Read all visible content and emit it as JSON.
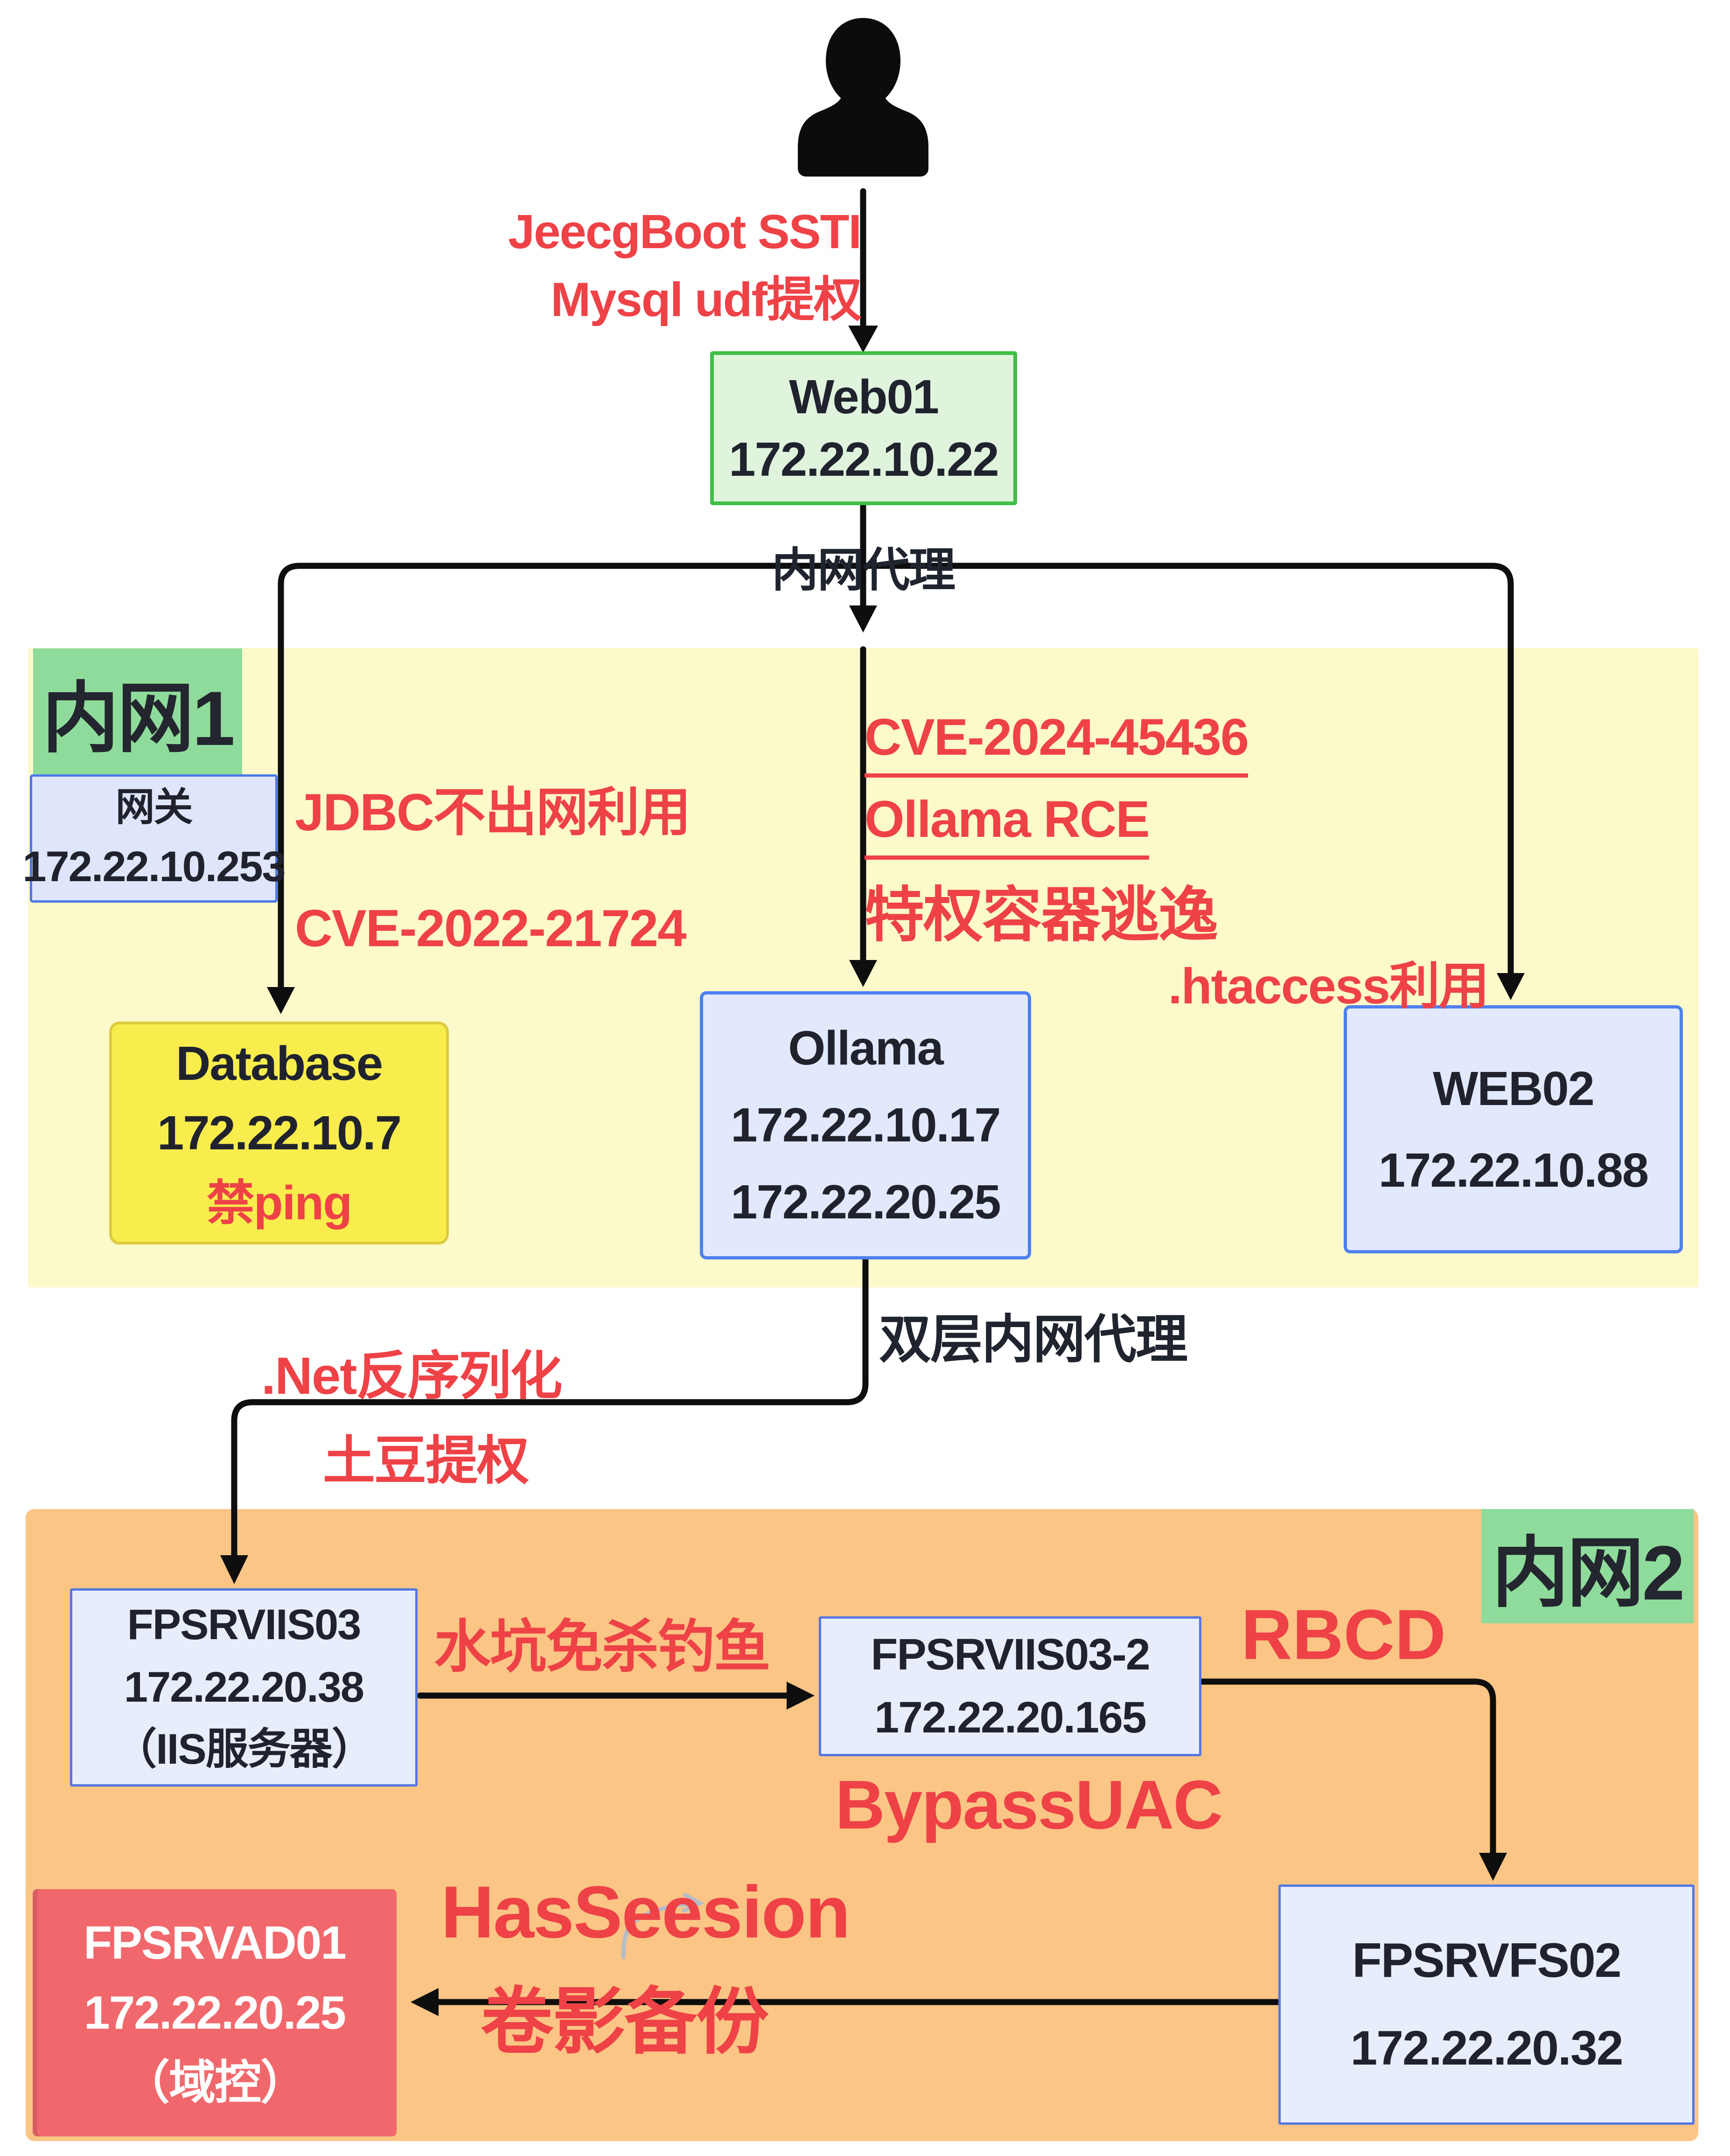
{
  "colors": {
    "red_accent": "#ee4247",
    "line_black": "#0e0e0e",
    "region1_bg": "#fcf9cb",
    "region2_bg": "#fbc585",
    "label_green": "#8fdb9b",
    "node_blue_bg": "#e2e9fc",
    "node_blue_border": "#4e80f0",
    "web01_bg": "#e0f4dd",
    "web01_border": "#3fbf47",
    "database_bg": "#f9ed4e",
    "database_border": "#dccb3e",
    "dc_red_bg": "#f1686c"
  },
  "attacker": {
    "icon": "attacker-person-icon"
  },
  "regions": {
    "intranet1": {
      "label": "内网1"
    },
    "intranet2": {
      "label": "内网2"
    }
  },
  "nodes": {
    "web01": {
      "name": "Web01",
      "ip": "172.22.10.22"
    },
    "gateway": {
      "name": "网关",
      "ip": "172.22.10.253"
    },
    "database": {
      "name": "Database",
      "ip": "172.22.10.7",
      "note": "禁ping"
    },
    "ollama": {
      "name": "Ollama",
      "ip1": "172.22.10.17",
      "ip2": "172.22.20.25"
    },
    "web02": {
      "name": "WEB02",
      "ip": "172.22.10.88"
    },
    "fpsrviis03": {
      "name": "FPSRVIIS03",
      "ip": "172.22.20.38",
      "note": "（IIS服务器）"
    },
    "fpsrviis03_2": {
      "name": "FPSRVIIS03-2",
      "ip": "172.22.20.165"
    },
    "fpsrvfs02": {
      "name": "FPSRVFS02",
      "ip": "172.22.20.32"
    },
    "fpsrvad01": {
      "name": "FPSRVAD01",
      "ip": "172.22.20.25",
      "note": "（域控）"
    }
  },
  "annotations": {
    "entry_line1": "JeecgBoot SSTI",
    "entry_line2": "Mysql udf提权",
    "proxy1": "内网代理",
    "jdbc_line1": "JDBC不出网利用",
    "jdbc_line2": "CVE-2022-21724",
    "ollama_cve": "CVE-2024-45436",
    "ollama_rce": "Ollama RCE",
    "container_escape": "特权容器逃逸",
    "htaccess": ".htaccess利用",
    "proxy2": "双层内网代理",
    "dotnet": ".Net反序列化",
    "potato": "土豆提权",
    "phishing": "水坑免杀钓鱼",
    "rbcd": "RBCD",
    "bypassuac": "BypassUAC",
    "hassession": "HasSeesion",
    "shadow_copy": "卷影备份"
  }
}
